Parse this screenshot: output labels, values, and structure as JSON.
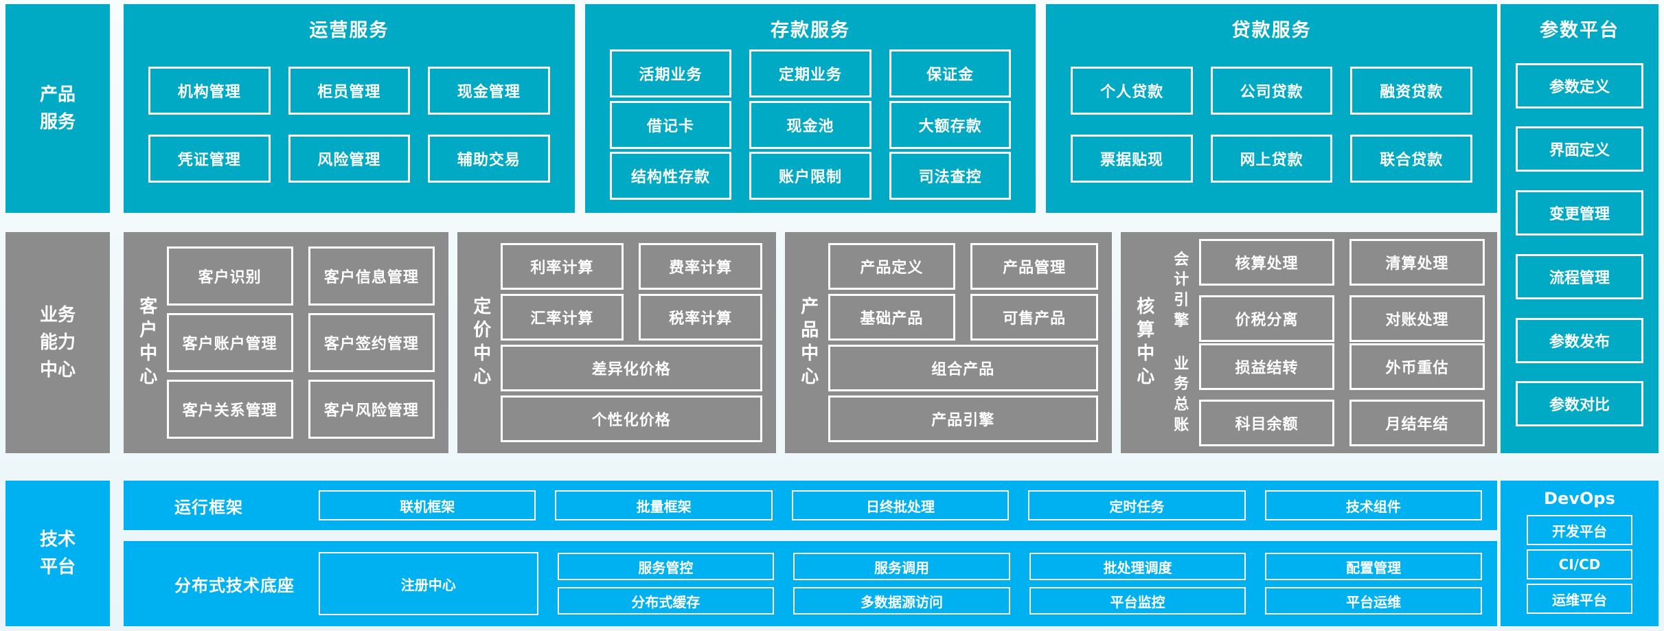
{
  "colors": {
    "product_zone_cyan": "#00aac5",
    "capability_zone_gray": "#8c8c8c",
    "tech_zone_blue": "#00b1f1",
    "box_border": "#ffffff"
  },
  "top": {
    "sidebar": "产品服务",
    "sections": [
      {
        "title": "运营服务",
        "rows": [
          [
            "机构管理",
            "柜员管理",
            "现金管理"
          ],
          [
            "凭证管理",
            "风险管理",
            "辅助交易"
          ]
        ]
      },
      {
        "title": "存款服务",
        "rows": [
          [
            "活期业务",
            "定期业务",
            "保证金"
          ],
          [
            "借记卡",
            "现金池",
            "大额存款"
          ],
          [
            "结构性存款",
            "账户限制",
            "司法查控"
          ]
        ]
      },
      {
        "title": "贷款服务",
        "rows": [
          [
            "个人贷款",
            "公司贷款",
            "融资贷款"
          ],
          [
            "票据贴现",
            "网上贷款",
            "联合贷款"
          ]
        ]
      }
    ]
  },
  "param": {
    "title": "参数平台",
    "items": [
      "参数定义",
      "界面定义",
      "变更管理",
      "流程管理",
      "参数发布",
      "参数对比"
    ]
  },
  "mid": {
    "sidebar": "业务能力中心",
    "customer": {
      "title": "客户中心",
      "rows": [
        [
          "客户识别",
          "客户信息管理"
        ],
        [
          "客户账户管理",
          "客户签约管理"
        ],
        [
          "客户关系管理",
          "客户风险管理"
        ]
      ]
    },
    "pricing": {
      "title": "定价中心",
      "rows": [
        [
          "利率计算",
          "费率计算"
        ],
        [
          "汇率计算",
          "税率计算"
        ]
      ],
      "wide": [
        "差异化价格",
        "个性化价格"
      ]
    },
    "product": {
      "title": "产品中心",
      "rows": [
        [
          "产品定义",
          "产品管理"
        ],
        [
          "基础产品",
          "可售产品"
        ]
      ],
      "wide": [
        "组合产品",
        "产品引擎"
      ]
    },
    "accounting": {
      "title": "核算中心",
      "groups": [
        {
          "label": "会计引擎",
          "rows": [
            [
              "核算处理",
              "清算处理"
            ],
            [
              "价税分离",
              "对账处理"
            ]
          ]
        },
        {
          "label": "业务总账",
          "rows": [
            [
              "损益结转",
              "外币重估"
            ],
            [
              "科目余额",
              "月结年结"
            ]
          ]
        }
      ]
    }
  },
  "bottom": {
    "sidebar": "技术平台",
    "runtime": {
      "label": "运行框架",
      "boxes": [
        "联机框架",
        "批量框架",
        "日终批处理",
        "定时任务",
        "技术组件"
      ]
    },
    "distributed": {
      "label": "分布式技术底座",
      "registry": "注册中心",
      "columns": [
        [
          "服务管控",
          "分布式缓存"
        ],
        [
          "服务调用",
          "多数据源访问"
        ],
        [
          "批处理调度",
          "平台监控"
        ],
        [
          "配置管理",
          "平台运维"
        ]
      ]
    },
    "devops": {
      "title": "DevOps",
      "items": [
        "开发平台",
        "CI/CD",
        "运维平台"
      ]
    }
  }
}
